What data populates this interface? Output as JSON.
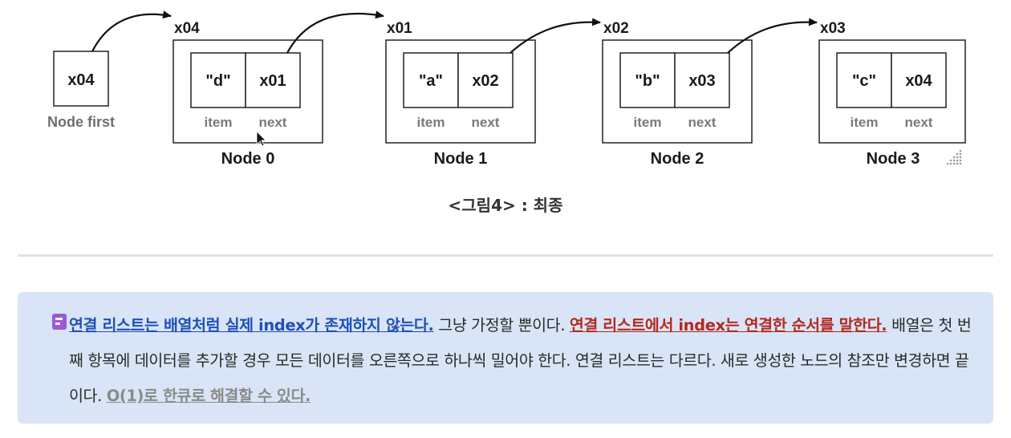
{
  "diagram": {
    "first": {
      "address": "x04",
      "label": "Node first"
    },
    "nodes": [
      {
        "address": "x04",
        "item": "\"d\"",
        "next": "x01",
        "name": "Node 0"
      },
      {
        "address": "x01",
        "item": "\"a\"",
        "next": "x02",
        "name": "Node 1"
      },
      {
        "address": "x02",
        "item": "\"b\"",
        "next": "x03",
        "name": "Node 2"
      },
      {
        "address": "x03",
        "item": "\"c\"",
        "next": "x04",
        "name": "Node 3"
      }
    ],
    "item_label": "item",
    "next_label": "next"
  },
  "caption": "<그림4> : 최종",
  "callout": {
    "icon": "note-icon",
    "s1": "연결 리스트는 배열처럼 실제 index가 존재하지 않는다.",
    "t1": " 그냥 가정할 뿐이다. ",
    "s2": "연결 리스트에서 index는 연결한 순서를 말한다.",
    "t2": " 배열은 첫 번째 항목에 데이터를 추가할 경우 모든 데이터를 오른쪽으로 하나씩 밀어야 한다. 연결 리스트는 다르다. 새로 생성한 노드의 참조만 변경하면 끝이다. ",
    "s3": "O(1)로 한큐로 해결할 수 있다.",
    "colors": {
      "background": "#d9e5f6",
      "blue": "#1f4fb8",
      "red": "#b4291f",
      "gray": "#8a8a8a",
      "icon": "#9b59d4"
    }
  }
}
